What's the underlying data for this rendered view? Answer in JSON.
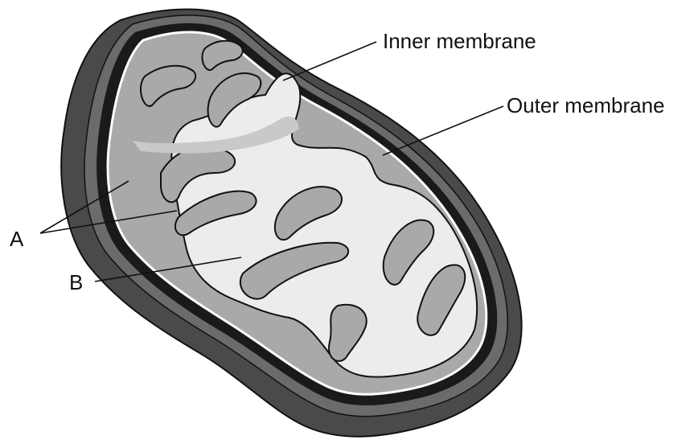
{
  "labels": {
    "inner_membrane": "Inner membrane",
    "outer_membrane": "Outer membrane",
    "a": "A",
    "b": "B"
  },
  "colors": {
    "outer_dark": "#4a4a4a",
    "outer_mid": "#6b6b6b",
    "intermembrane": "#1a1a1a",
    "crista_gray": "#a9a9a9",
    "matrix_light": "#ececec",
    "outline": "#111111"
  }
}
